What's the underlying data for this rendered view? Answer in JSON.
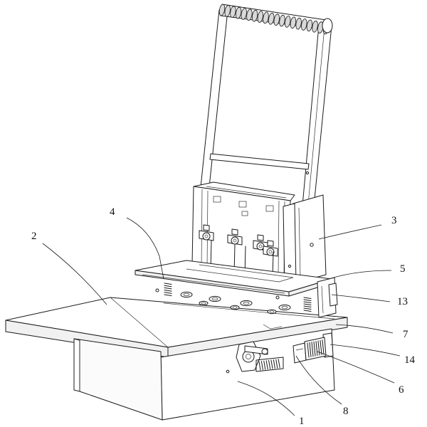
{
  "callouts": [
    {
      "id": "1",
      "label": "1"
    },
    {
      "id": "2",
      "label": "2"
    },
    {
      "id": "3",
      "label": "3"
    },
    {
      "id": "4",
      "label": "4"
    },
    {
      "id": "5",
      "label": "5"
    },
    {
      "id": "6",
      "label": "6"
    },
    {
      "id": "7",
      "label": "7"
    },
    {
      "id": "8",
      "label": "8"
    },
    {
      "id": "13",
      "label": "13"
    },
    {
      "id": "14",
      "label": "14"
    }
  ]
}
